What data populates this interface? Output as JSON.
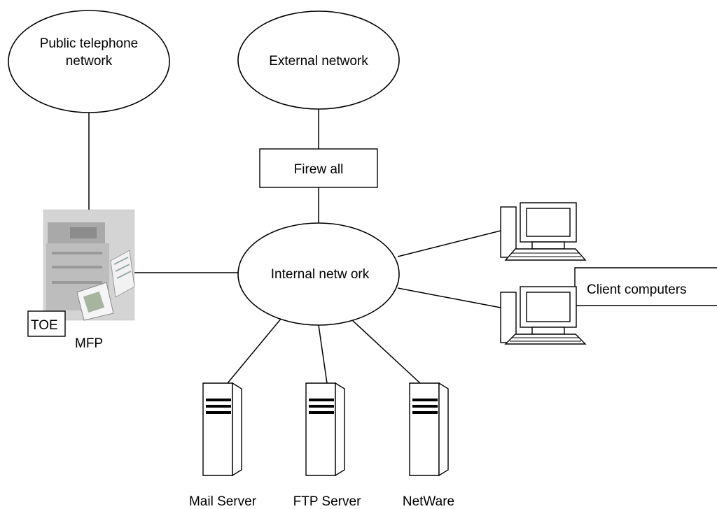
{
  "nodes": {
    "public_telephone": [
      "Public telephone",
      "network"
    ],
    "external_network": "External network",
    "firewall": "Firew all",
    "internal_network": "Internal netw ork",
    "client_computers": "Client computers",
    "toe": "TOE",
    "mfp": "MFP",
    "mail_server": "Mail Server",
    "ftp_server": "FTP Server",
    "netware": "NetWare"
  }
}
